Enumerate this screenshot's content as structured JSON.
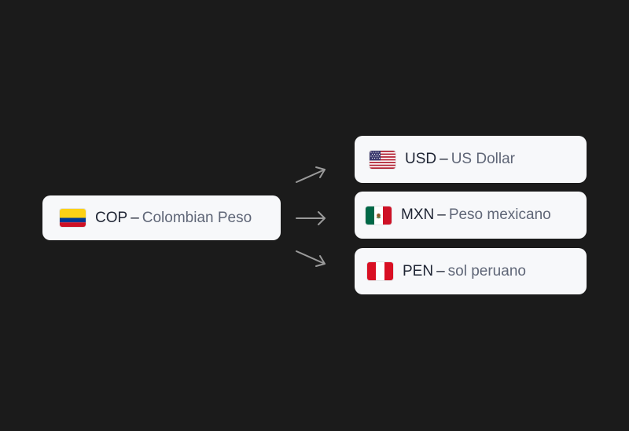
{
  "source": {
    "code": "COP",
    "dash": "–",
    "name": "Colombian Peso",
    "flag_icon": "colombia-flag-icon"
  },
  "targets": [
    {
      "code": "USD",
      "dash": "–",
      "name": "US Dollar",
      "flag_icon": "usa-flag-icon"
    },
    {
      "code": "MXN",
      "dash": "–",
      "name": "Peso mexicano",
      "flag_icon": "mexico-flag-icon"
    },
    {
      "code": "PEN",
      "dash": "–",
      "name": "sol peruano",
      "flag_icon": "peru-flag-icon"
    }
  ],
  "colors": {
    "background": "#1b1b1b",
    "card": "#f7f8fa",
    "arrow": "#9a9a9a"
  }
}
